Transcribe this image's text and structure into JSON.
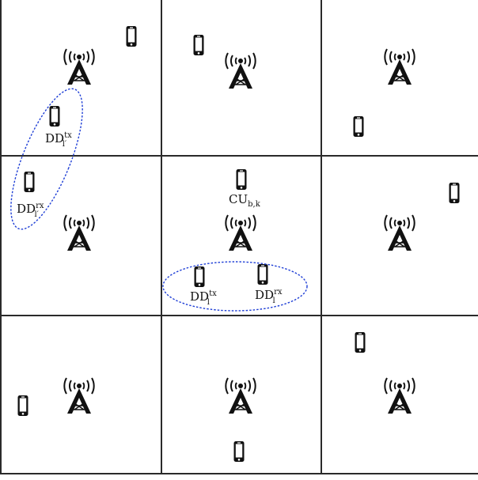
{
  "diagram": {
    "colors": {
      "grid": "#2a2a2a",
      "icon": "#111111",
      "pair_outline": "#1f3fd6"
    },
    "icons": {
      "base_station": "cell-tower-icon",
      "user": "smartphone-icon"
    },
    "labels": {
      "dd_lp_tx": {
        "base": "DD",
        "sup": "tx",
        "sub": "l′"
      },
      "dd_lp_rx": {
        "base": "DD",
        "sup": "rx",
        "sub": "l′"
      },
      "cu": {
        "base": "CU",
        "sub": "b,k"
      },
      "dd_l_tx": {
        "base": "DD",
        "sup": "tx",
        "sub": "l"
      },
      "dd_l_rx": {
        "base": "DD",
        "sup": "rx",
        "sub": "l"
      }
    }
  }
}
